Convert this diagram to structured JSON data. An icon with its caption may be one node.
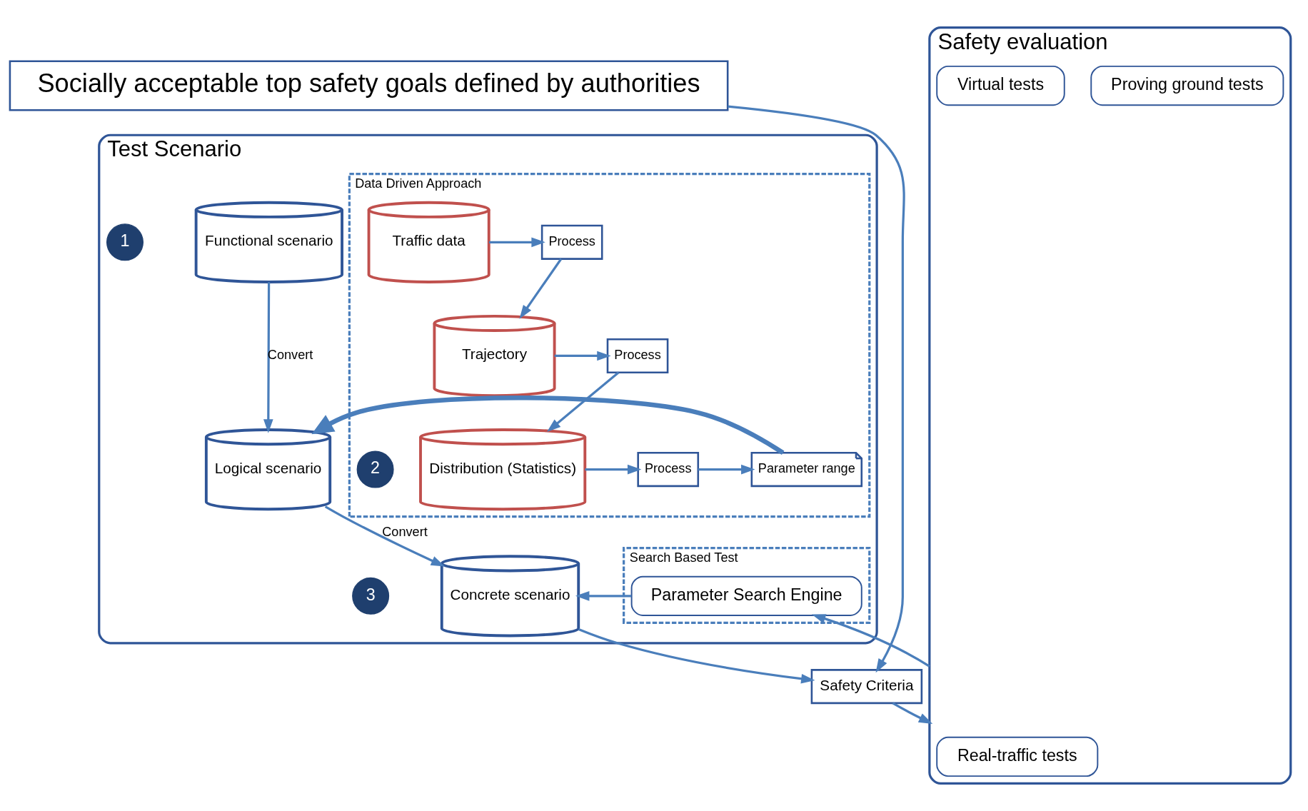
{
  "diagram": {
    "nodes": [
      {
        "text": [
          "Socially acceptable top safety goals defined by authorities"
        ]
      },
      {
        "text": [
          "Test Scenario"
        ]
      },
      {
        "text": [
          "Data Driven Approach"
        ],
        "in": 1
      },
      {
        "text": [
          "Traffic data"
        ],
        "in": 2
      },
      {
        "text": [
          "Process"
        ],
        "in": 2
      },
      {
        "text": [
          "Trajectory"
        ],
        "in": 2
      },
      {
        "text": [
          "Process"
        ],
        "in": 2
      },
      {
        "text": [
          "Distribution (Statistics)"
        ],
        "in": 2
      },
      {
        "text": [
          "Process"
        ],
        "in": 2
      },
      {
        "text": [
          "Parameter range"
        ],
        "in": 2
      },
      {
        "text": [
          "Search Based Test"
        ],
        "in": 1
      },
      {
        "text": [
          "Parameter Search Engine"
        ],
        "in": 10
      },
      {
        "text": [
          "Functional scenario"
        ],
        "in": 1
      },
      {
        "text": [
          "Logical scenario"
        ],
        "in": 1
      },
      {
        "text": [
          "Concrete scenario"
        ],
        "in": 1
      },
      {
        "text": [
          "1"
        ],
        "in": 1
      },
      {
        "text": [
          "2"
        ],
        "in": 2
      },
      {
        "text": [
          "3"
        ],
        "in": 1
      },
      {
        "text": [
          "Safety Criteria"
        ]
      },
      {
        "text": [
          "Safety evaluation"
        ]
      },
      {
        "text": [
          "Real-traffic tests"
        ],
        "in": 19
      },
      {
        "text": [
          "Proving ground tests"
        ],
        "in": 19
      },
      {
        "text": [
          "Virtual tests"
        ],
        "in": 19
      }
    ],
    "edges": [
      {
        "from": 3,
        "to": 4,
        "arrow": "to"
      },
      {
        "from": 4,
        "to": 5,
        "arrow": "to"
      },
      {
        "from": 5,
        "to": 6,
        "arrow": "to"
      },
      {
        "from": 6,
        "to": 7,
        "arrow": "to"
      },
      {
        "from": 7,
        "to": 8,
        "arrow": "to"
      },
      {
        "from": 8,
        "to": 9,
        "arrow": "to"
      },
      {
        "from": 9,
        "to": 13,
        "arrow": "to",
        "style": "thick"
      },
      {
        "from": 12,
        "to": 13,
        "arrow": "to",
        "label": "Convert"
      },
      {
        "from": 13,
        "to": 14,
        "arrow": "to",
        "label": "Convert"
      },
      {
        "from": 11,
        "to": 14,
        "arrow": "to"
      },
      {
        "from": 14,
        "to": 18,
        "arrow": "to"
      },
      {
        "from": 0,
        "to": 18,
        "arrow": "to"
      },
      {
        "from": 18,
        "to": 19,
        "arrow": "to"
      },
      {
        "from": 19,
        "to": 11,
        "arrow": "to"
      }
    ]
  }
}
